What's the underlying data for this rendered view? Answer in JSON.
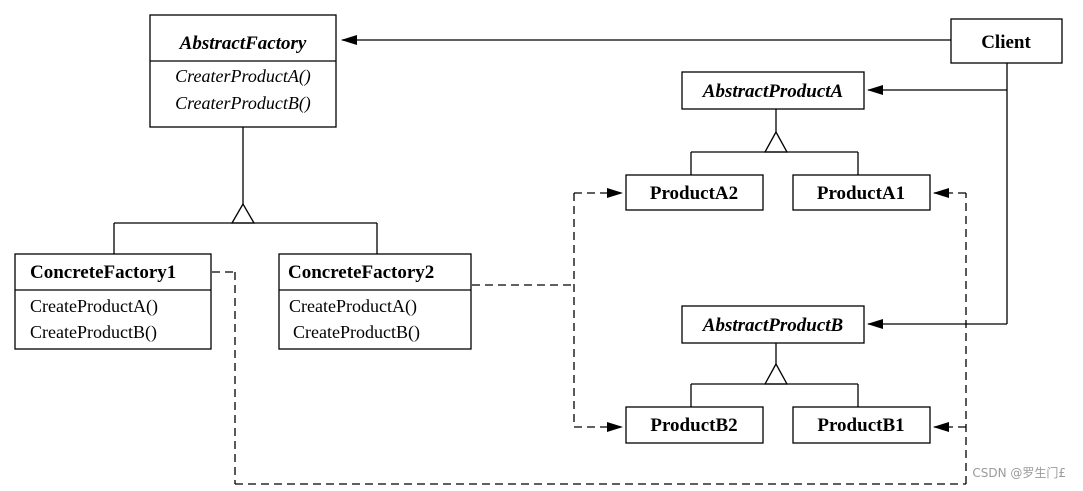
{
  "classes": {
    "abstract_factory": {
      "name": "AbstractFactory",
      "ops": [
        "CreaterProductA()",
        "CreaterProductB()"
      ]
    },
    "concrete_factory1": {
      "name": "ConcreteFactory1",
      "ops": [
        "CreateProductA()",
        "CreateProductB()"
      ]
    },
    "concrete_factory2": {
      "name": "ConcreteFactory2",
      "ops": [
        "CreateProductA()",
        "CreateProductB()"
      ]
    },
    "client": {
      "name": "Client"
    },
    "abstract_product_a": {
      "name": "AbstractProductA"
    },
    "product_a2": {
      "name": "ProductA2"
    },
    "product_a1": {
      "name": "ProductA1"
    },
    "abstract_product_b": {
      "name": "AbstractProductB"
    },
    "product_b2": {
      "name": "ProductB2"
    },
    "product_b1": {
      "name": "ProductB1"
    }
  },
  "watermark": "CSDN @罗生门£"
}
